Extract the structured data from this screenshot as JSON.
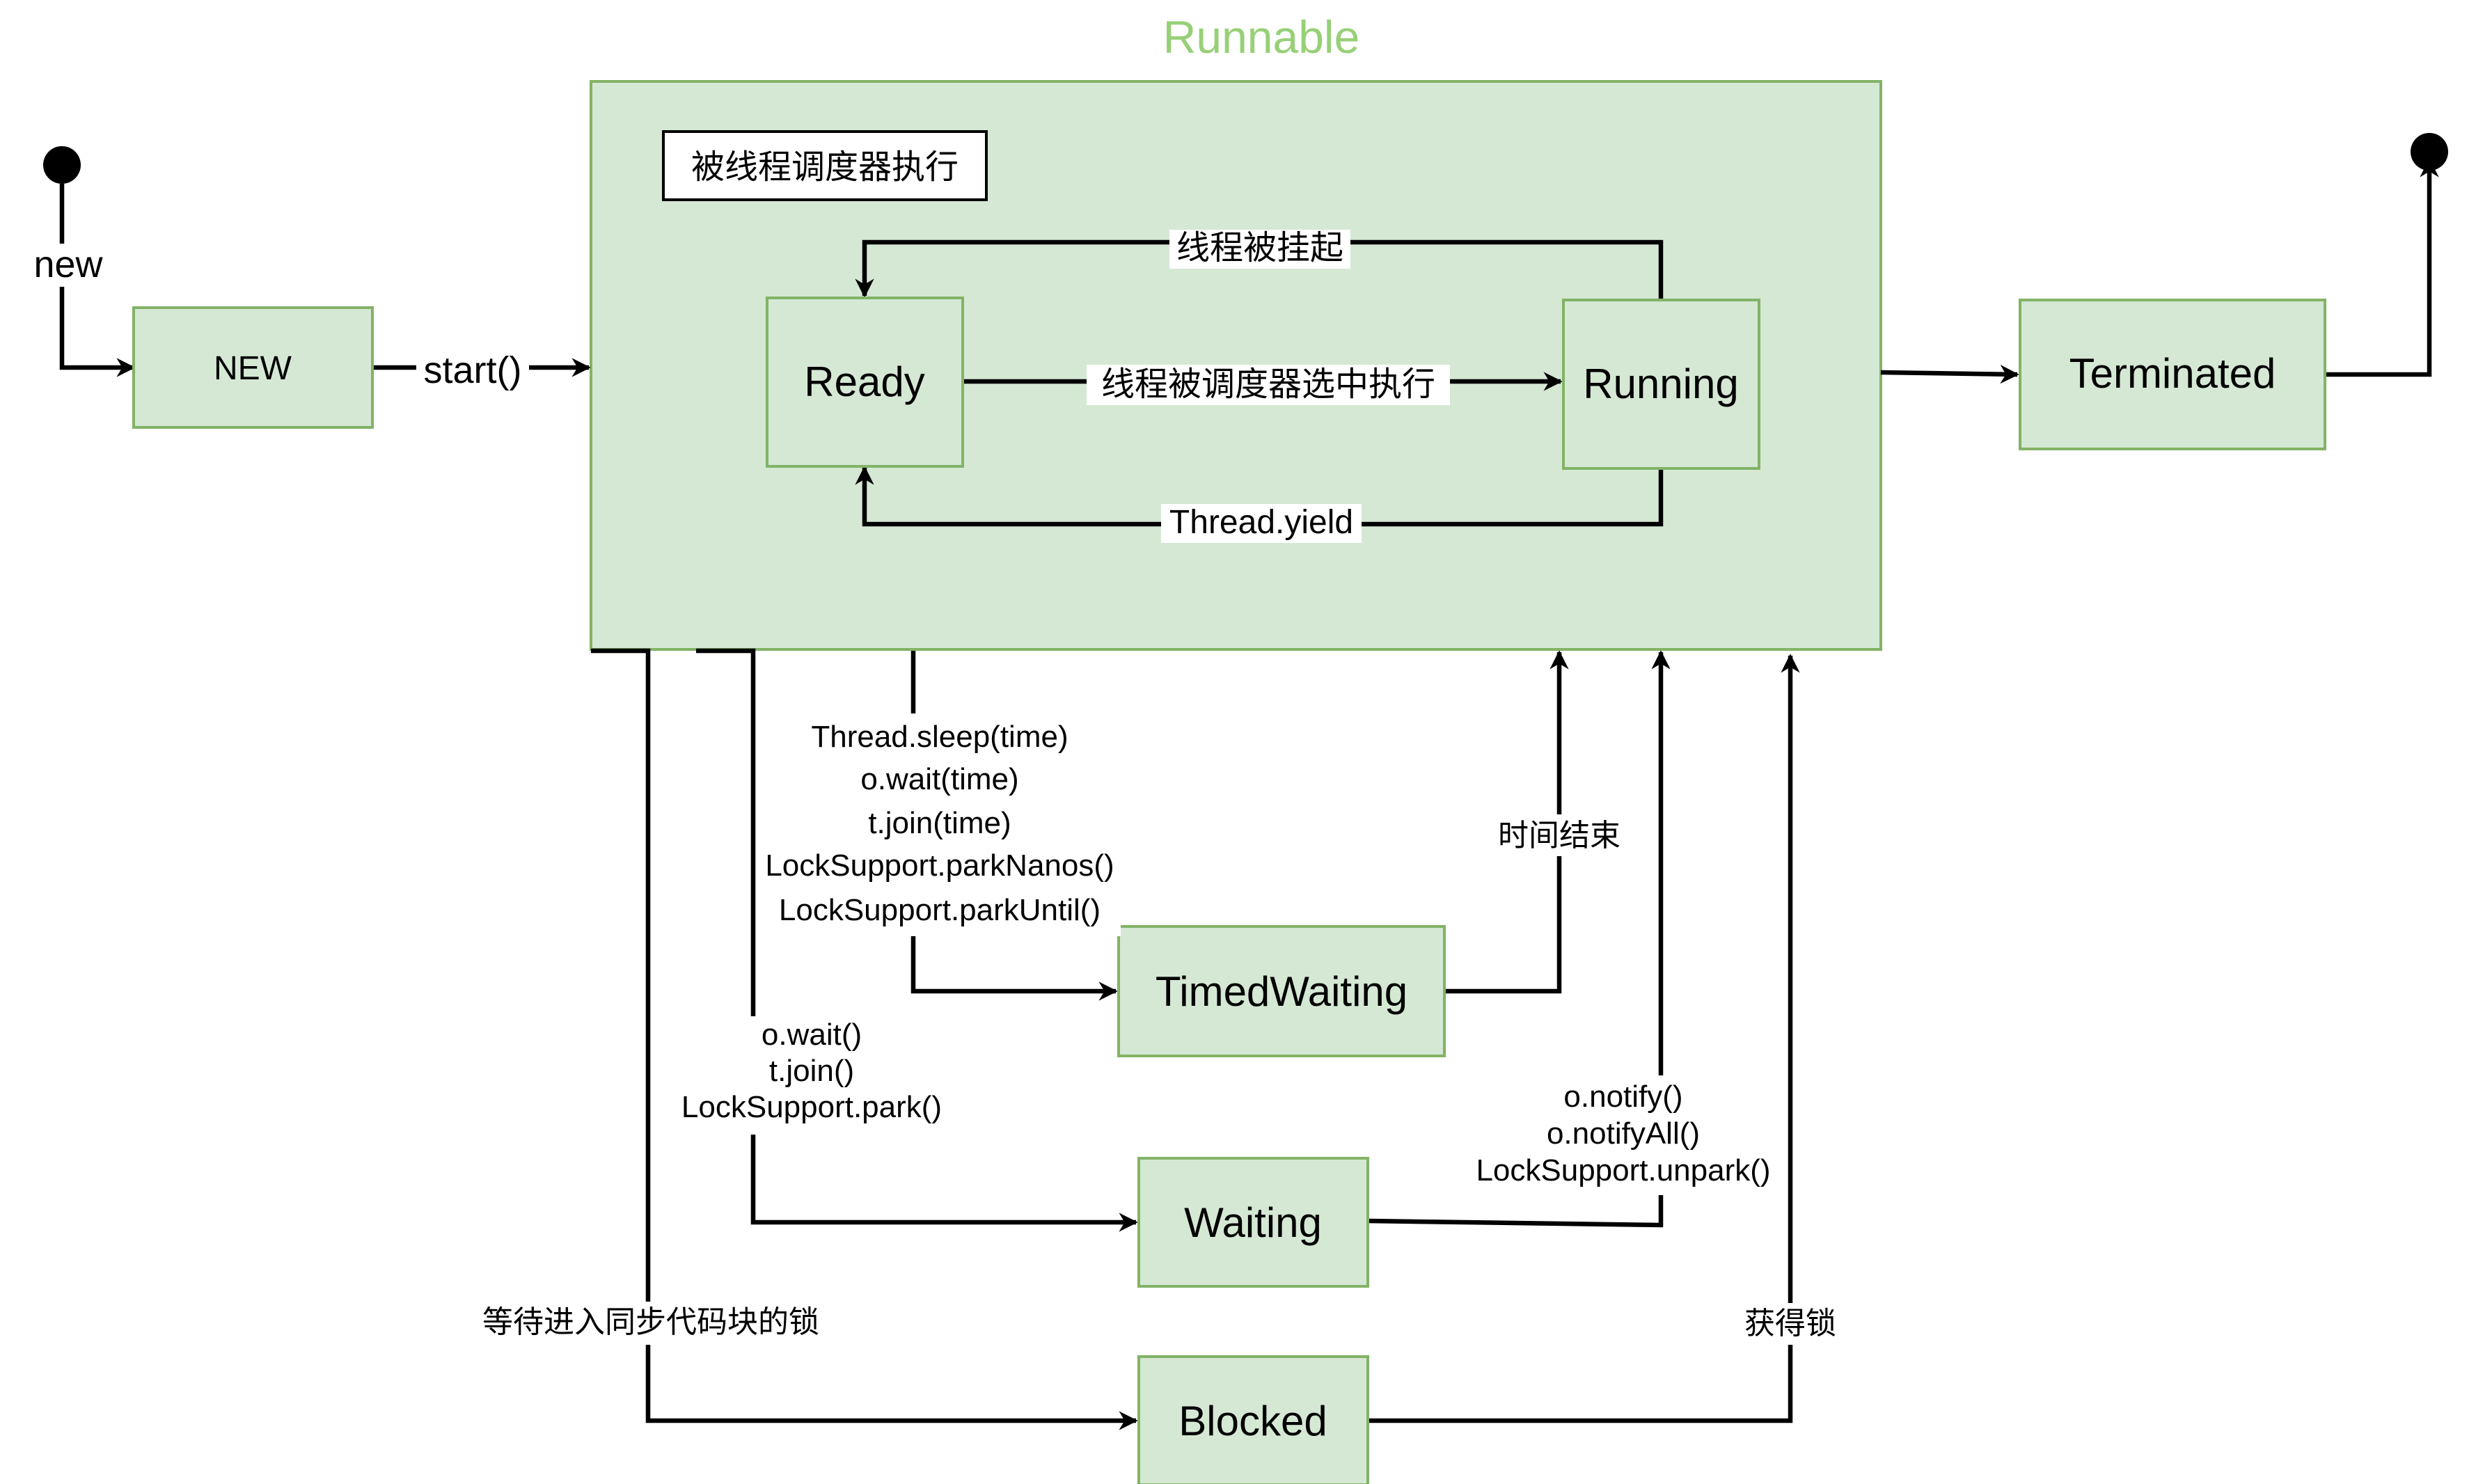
{
  "accent_green": "#97d077",
  "fill_green": "#d5e8d4",
  "stroke_green": "#82b366",
  "runnable_title": "Runnable",
  "scheduler_note": "被线程调度器执行",
  "states": {
    "new": "NEW",
    "ready": "Ready",
    "running": "Running",
    "terminated": "Terminated",
    "timed_waiting": "TimedWaiting",
    "waiting": "Waiting",
    "blocked": "Blocked"
  },
  "edges": {
    "new": "new",
    "start": "start()",
    "suspended": "线程被挂起",
    "selected": "线程被调度器选中执行",
    "yield": "Thread.yield",
    "timed_calls": [
      "Thread.sleep(time)",
      "o.wait(time)",
      "t.join(time)",
      "LockSupport.parkNanos()",
      "LockSupport.parkUntil()"
    ],
    "time_end": "时间结束",
    "wait_calls": [
      "o.wait()",
      "t.join()",
      "LockSupport.park()"
    ],
    "notify_calls": [
      "o.notify()",
      "o.notifyAll()",
      "LockSupport.unpark()"
    ],
    "wait_lock": "等待进入同步代码块的锁",
    "got_lock": "获得锁"
  }
}
